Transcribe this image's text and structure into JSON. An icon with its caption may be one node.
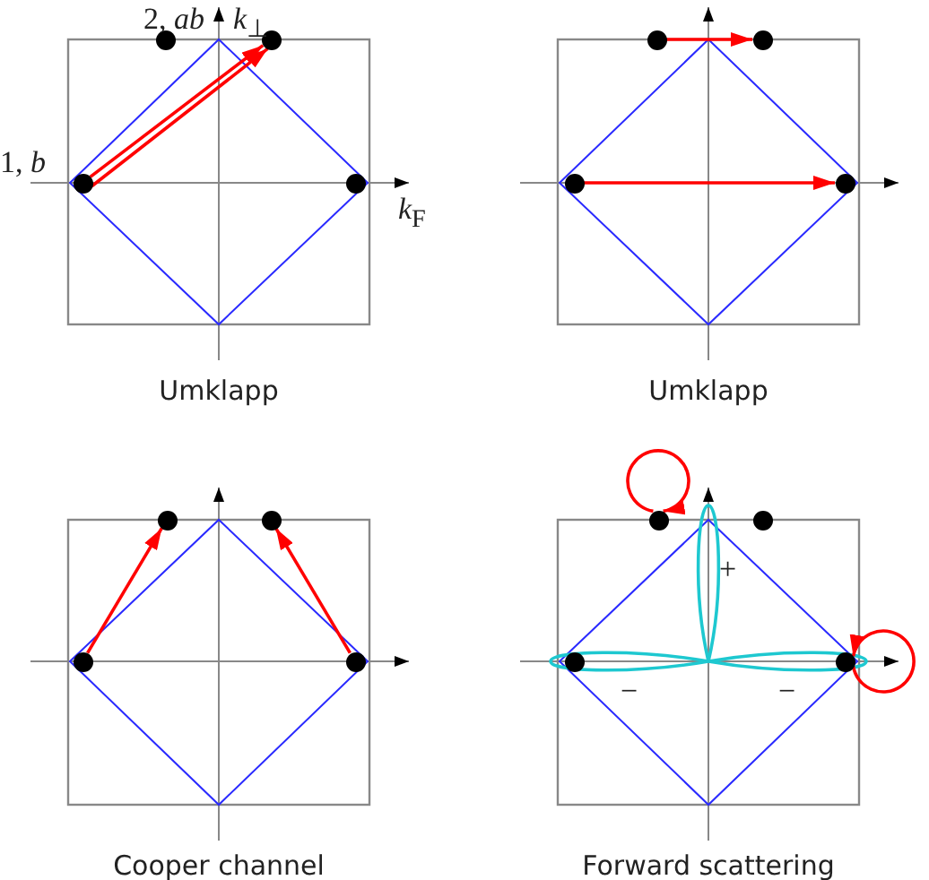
{
  "diagram": {
    "nodes": [
      {
        "text": [],
        "shape": "circle",
        "beside": [
          "2, *ab*"
        ]
      },
      {
        "text": [],
        "shape": "circle"
      },
      {
        "text": [],
        "shape": "circle",
        "beside": [
          "1, *b*"
        ]
      },
      {
        "text": [],
        "shape": "circle"
      },
      {
        "text": [],
        "shape": "circle"
      },
      {
        "text": [],
        "shape": "circle"
      },
      {
        "text": [],
        "shape": "circle"
      },
      {
        "text": [],
        "shape": "circle"
      },
      {
        "text": [],
        "shape": "circle"
      },
      {
        "text": [],
        "shape": "circle"
      },
      {
        "text": [],
        "shape": "circle"
      },
      {
        "text": [],
        "shape": "circle"
      },
      {
        "text": [],
        "shape": "circle"
      },
      {
        "text": [],
        "shape": "circle"
      },
      {
        "text": [],
        "shape": "circle"
      },
      {
        "text": [],
        "shape": "circle"
      }
    ],
    "edges": [
      {
        "from": 2,
        "to": 1,
        "arrow": "to"
      },
      {
        "from": 2,
        "to": 1,
        "arrow": "to"
      },
      {
        "from": 4,
        "to": 5,
        "arrow": "to"
      },
      {
        "from": 6,
        "to": 7,
        "arrow": "to"
      },
      {
        "from": 10,
        "to": 8,
        "arrow": "to"
      },
      {
        "from": 11,
        "to": 9,
        "arrow": "to"
      },
      {
        "from": 12,
        "to": 12,
        "arrow": "to"
      },
      {
        "from": 15,
        "to": 15,
        "arrow": "to"
      }
    ],
    "labels": [
      "*k*$_{⊥}$",
      "*k*$_{F}$",
      "Umklapp",
      "Umklapp",
      "+",
      "−",
      "−",
      "Cooper channel",
      "Forward scattering"
    ]
  }
}
